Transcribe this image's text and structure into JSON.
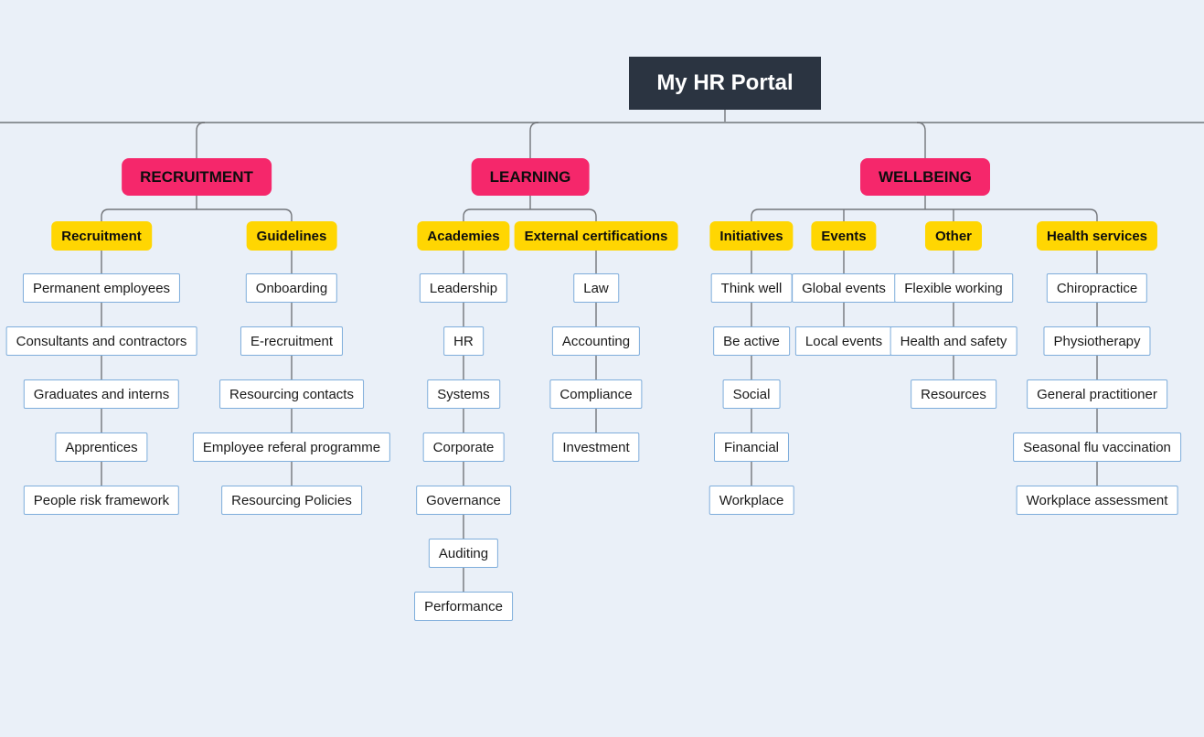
{
  "title": "My HR Portal",
  "palette": {
    "background": "#EAF0F8",
    "title_bg": "#2B3441",
    "title_text": "#FFFFFF",
    "category_bg": "#F5276B",
    "category_text": "#0D0D0D",
    "subcategory_bg": "#FFD602",
    "subcategory_text": "#0D0D0D",
    "leaf_bg": "#FFFFFF",
    "leaf_border": "#7EADDB",
    "leaf_text": "#1A1A1A",
    "branch_line": "#73767A",
    "top_rule": "#8E9499"
  },
  "tree": {
    "categories": [
      {
        "label": "RECRUITMENT",
        "children": [
          {
            "label": "Recruitment",
            "leaves": [
              "Permanent employees",
              "Consultants and contractors",
              "Graduates and interns",
              "Apprentices",
              "People risk framework"
            ]
          },
          {
            "label": "Guidelines",
            "leaves": [
              "Onboarding",
              "E-recruitment",
              "Resourcing contacts",
              "Employee referal programme",
              "Resourcing Policies"
            ]
          }
        ]
      },
      {
        "label": "LEARNING",
        "children": [
          {
            "label": "Academies",
            "leaves": [
              "Leadership",
              "HR",
              "Systems",
              "Corporate",
              "Governance",
              "Auditing",
              "Performance"
            ]
          },
          {
            "label": "External certifications",
            "leaves": [
              "Law",
              "Accounting",
              "Compliance",
              "Investment"
            ]
          }
        ]
      },
      {
        "label": "WELLBEING",
        "children": [
          {
            "label": "Initiatives",
            "leaves": [
              "Think well",
              "Be active",
              "Social",
              "Financial",
              "Workplace"
            ]
          },
          {
            "label": "Events",
            "leaves": [
              "Global events",
              "Local events"
            ]
          },
          {
            "label": "Other",
            "leaves": [
              "Flexible working",
              "Health and safety",
              "Resources"
            ]
          },
          {
            "label": "Health services",
            "leaves": [
              "Chiropractice",
              "Physiotherapy",
              "General practitioner",
              "Seasonal flu vaccination",
              "Workplace assessment"
            ]
          }
        ]
      }
    ]
  }
}
